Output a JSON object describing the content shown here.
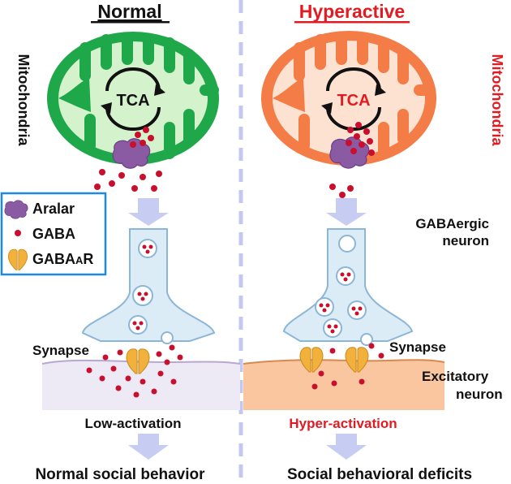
{
  "panels": {
    "normal": {
      "heading": "Normal",
      "side_label": "Mitochondria",
      "cycle_label": "TCA",
      "synapse_label": "Synapse",
      "activation_label": "Low-activation",
      "outcome_label": "Normal social behavior"
    },
    "hyperactive": {
      "heading": "Hyperactive",
      "side_label": "Mitochondria",
      "cycle_label": "TCA",
      "synapse_label": "Synapse",
      "activation_label": "Hyper-activation",
      "outcome_label": "Social behavioral deficits"
    }
  },
  "legend": {
    "items": [
      {
        "label": "Aralar",
        "icon": "aralar-protein-icon"
      },
      {
        "label": "GABA",
        "icon": "gaba-dot-icon"
      },
      {
        "label_main": "GABA",
        "label_sub": "A",
        "label_end": "R",
        "icon": "gabaa-receptor-icon"
      }
    ]
  },
  "labels": {
    "gabaergic_line1": "GABAergic",
    "gabaergic_line2": "neuron",
    "excitatory_line1": "Excitatory",
    "excitatory_line2": "neuron"
  },
  "colors": {
    "normal_mito": "#1fa84a",
    "normal_mito_inner": "#d4f2cc",
    "hyper_mito": "#f47c46",
    "hyper_mito_inner": "#fde2d2",
    "gaba": "#c8102e",
    "aralar": "#8a5aa3",
    "receptor": "#f2b13a",
    "neuron_fill": "#dcecf7",
    "neuron_stroke": "#8cb6d6",
    "arrow": "#c7cdf2",
    "divider": "#c3c8f0",
    "normal_post": "#ede9f5",
    "hyper_post": "#fac6a0",
    "warning_red": "#e21b23",
    "legend_border": "#1e88e5"
  }
}
